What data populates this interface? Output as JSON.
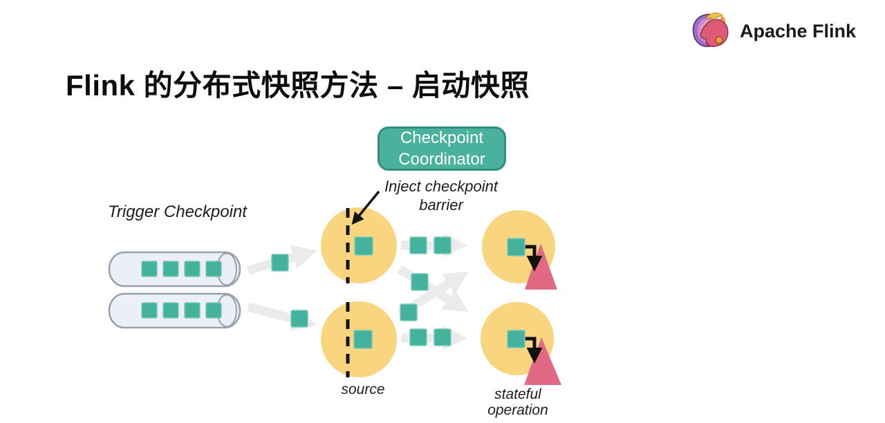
{
  "title": "Flink 的分布式快照方法 – 启动快照",
  "logo": {
    "brand": "Apache Flink",
    "icon": "flink-squirrel"
  },
  "diagram": {
    "coordinator": {
      "label": "Checkpoint Coordinator"
    },
    "annotations": {
      "inject": "Inject checkpoint barrier",
      "trigger": "Trigger Checkpoint",
      "source": "source",
      "stateful": "stateful operation"
    },
    "structure": {
      "input_queues": 2,
      "records_per_queue": 4,
      "source_operators": 2,
      "stateful_operators": 2,
      "checkpoint_barrier": "dashed vertical line through each source operator",
      "state_store": "pink triangle attached to each stateful operator"
    },
    "colors": {
      "record_teal": "#45B29D",
      "record_edge": "#7CCBB8",
      "coordinator_fill": "#4AB19D",
      "coordinator_border": "#2F8F80",
      "operator_yellow": "#F8D57E",
      "state_pink": "#E26983",
      "flow_arrow_gray": "#EBEBEB",
      "queue_fill": "#EDEFF6",
      "queue_border": "#98A0AC",
      "barrier_black": "#111111"
    }
  }
}
